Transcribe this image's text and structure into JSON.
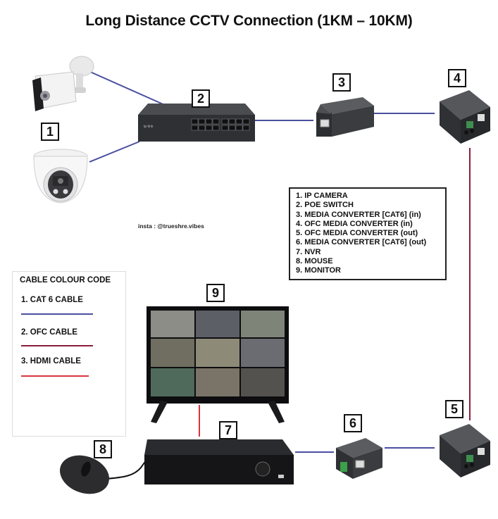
{
  "title": "Long Distance CCTV Connection (1KM – 10KM)",
  "watermark": "insta : @trueshre.vibes",
  "colors": {
    "cat6": "#4a4f9e",
    "ofc": "#8a1f3a",
    "hdmi": "#d8343c",
    "text": "#111111"
  },
  "labels": [
    "1",
    "2",
    "3",
    "4",
    "5",
    "6",
    "7",
    "8",
    "9"
  ],
  "legend": {
    "items": [
      "1. IP CAMERA",
      "2. POE SWITCH",
      "3. MEDIA CONVERTER [CAT6] (in)",
      "4. OFC MEDIA CONVERTER (in)",
      "5. OFC MEDIA CONVERTER (out)",
      "6. MEDIA CONVERTER [CAT6] (out)",
      "7. NVR",
      "8. MOUSE",
      "9. MONITOR"
    ]
  },
  "cable_code": {
    "heading": "CABLE COLOUR CODE",
    "items": [
      {
        "label": "1. CAT 6 CABLE",
        "type": "cat6"
      },
      {
        "label": "2. OFC CABLE",
        "type": "ofc"
      },
      {
        "label": "3. HDMI CABLE",
        "type": "hdmi"
      }
    ]
  },
  "devices": {
    "bullet_camera": "IP Camera (bullet)",
    "dome_camera": "IP Camera (dome)",
    "poe_switch": "POE Switch",
    "mc_in": "Media Converter [CAT6] (in)",
    "ofc_in": "OFC Media Converter (in)",
    "ofc_out": "OFC Media Converter (out)",
    "mc_out": "Media Converter [CAT6] (out)",
    "nvr": "NVR",
    "mouse": "Mouse",
    "monitor": "Monitor"
  }
}
